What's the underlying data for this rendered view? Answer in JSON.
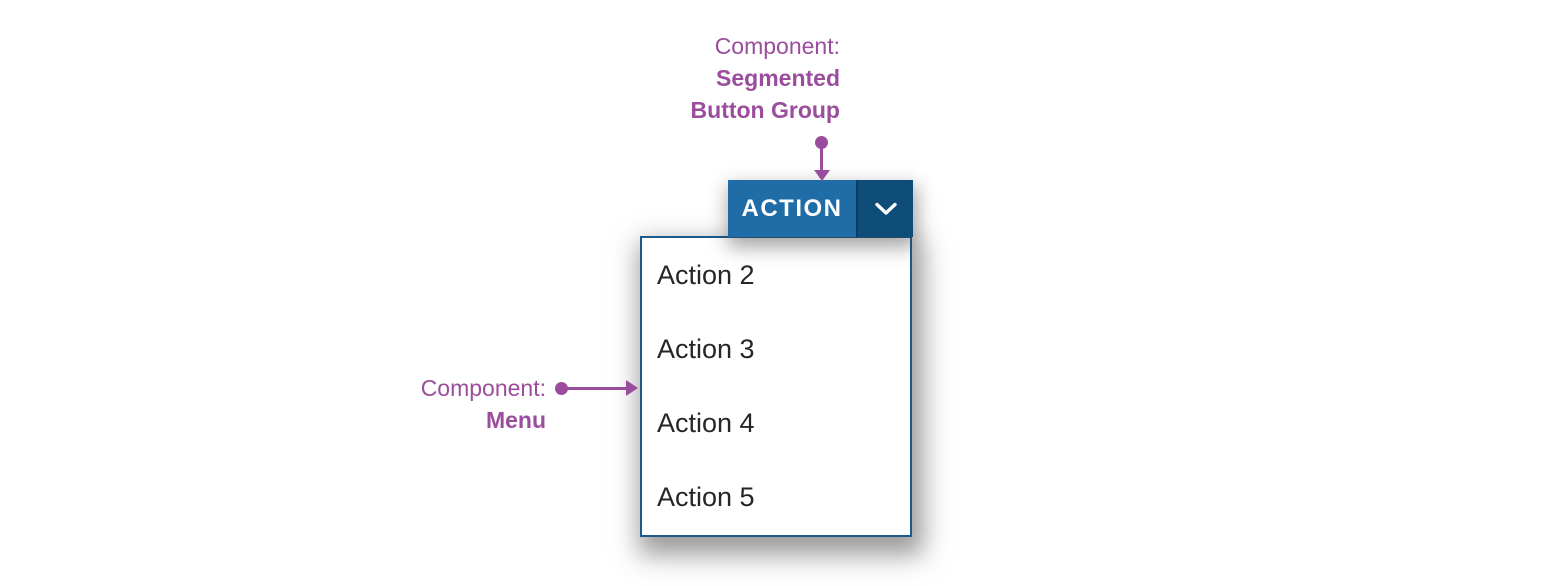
{
  "annotations": {
    "segmented_button_group": {
      "prefix": "Component:",
      "name_line1": "Segmented",
      "name_line2": "Button Group"
    },
    "menu": {
      "prefix": "Component:",
      "name": "Menu"
    },
    "color": "#9b4d9d"
  },
  "segmented_button_group": {
    "action_label": "ACTION",
    "toggle_icon": "chevron-down-icon",
    "primary_color": "#1f6ca6",
    "toggle_color": "#0e4d78",
    "text_color": "#ffffff"
  },
  "menu": {
    "border_color": "#1a5a8c",
    "text_color": "#262626",
    "items": [
      {
        "label": "Action 2"
      },
      {
        "label": "Action 3"
      },
      {
        "label": "Action 4"
      },
      {
        "label": "Action 5"
      }
    ]
  }
}
